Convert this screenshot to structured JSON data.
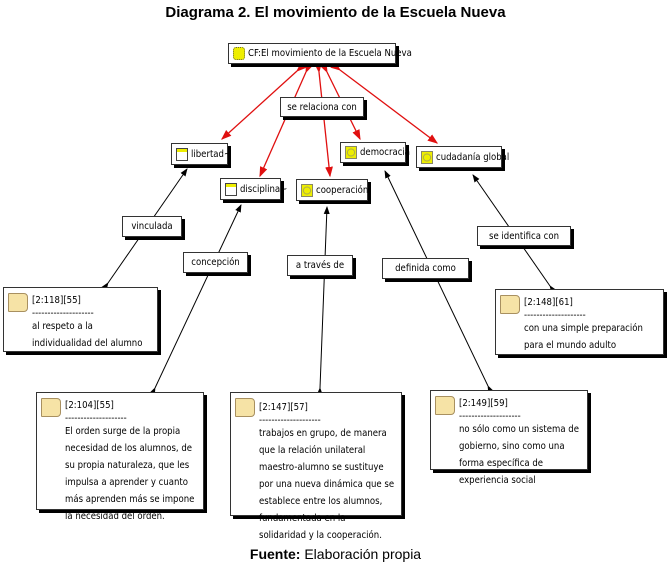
{
  "title": "Diagrama 2. El movimiento de la Escuela Nueva",
  "footer": {
    "label": "Fuente:",
    "text": " Elaboración propia"
  },
  "nodes": {
    "cf": "CF:El movimiento de la Escuela Nueva",
    "libertad": "libertad~",
    "disciplina": "disciplina~",
    "cooperacion": "cooperación",
    "democracia": "democracia",
    "ciudadania": "cudadanía global"
  },
  "relations": {
    "se_relaciona": "se relaciona con",
    "vinculada": "vinculada",
    "concepcion": "concepción",
    "a_traves": "a través de",
    "definida": "definida como",
    "identifica": "se identifica con"
  },
  "quotes": [
    {
      "id": "[2:118][55]",
      "sep": "--------------------",
      "text": "al respeto a la individualidad del alumno"
    },
    {
      "id": "[2:104][55]",
      "sep": "--------------------",
      "text": "El orden surge de la propia necesidad de los alumnos, de su propia naturaleza, que les impulsa a aprender y cuanto más aprenden más se impone la necesidad del orden."
    },
    {
      "id": "[2:147][57]",
      "sep": "--------------------",
      "text": "trabajos en grupo, de manera que la relación unilateral maestro-alumno se sustituye por una nueva dinámica que se establece entre los alumnos, fundamentada en la solidaridad y la cooperación."
    },
    {
      "id": "[2:149][59]",
      "sep": "--------------------",
      "text": "no sólo como un sistema de gobierno, sino como una forma específica de experiencia social"
    },
    {
      "id": "[2:148][61]",
      "sep": "--------------------",
      "text": "con una simple preparación para el mundo adulto"
    }
  ],
  "colors": {
    "relation_red": "#e01010",
    "link_black": "#000000"
  }
}
